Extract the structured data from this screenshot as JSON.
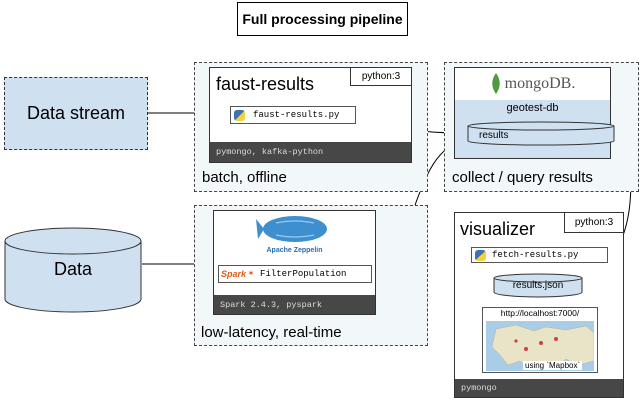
{
  "title": "Full processing pipeline",
  "data_stream": {
    "label": "Data stream"
  },
  "data_store": {
    "label": "Data"
  },
  "faust_group": {
    "caption": "batch, offline",
    "card_title": "faust-results",
    "runtime": "python:3",
    "file": "faust-results.py",
    "deps": "pymongo, kafka-python"
  },
  "spark_group": {
    "caption": "low-latency, real-time",
    "zeppelin_logo": "Apache Zeppelin",
    "spark_logo": "Spark",
    "file": "FilterPopulation",
    "deps": "Spark 2.4.3, pyspark"
  },
  "mongo_group": {
    "caption": "collect / query results",
    "logo": "mongoDB.",
    "database": "geotest-db",
    "collection": "results"
  },
  "visualizer": {
    "card_title": "visualizer",
    "runtime": "python:3",
    "file": "fetch-results.py",
    "output": "results.json",
    "url": "http://localhost:7000/",
    "map_caption": "using `Mapbox`",
    "deps": "pymongo"
  },
  "colors": {
    "blue_fill": "#cfe0f0",
    "group_bg": "#f2f7fa",
    "footer": "#474747",
    "mongo_green": "#4e9a3c"
  }
}
